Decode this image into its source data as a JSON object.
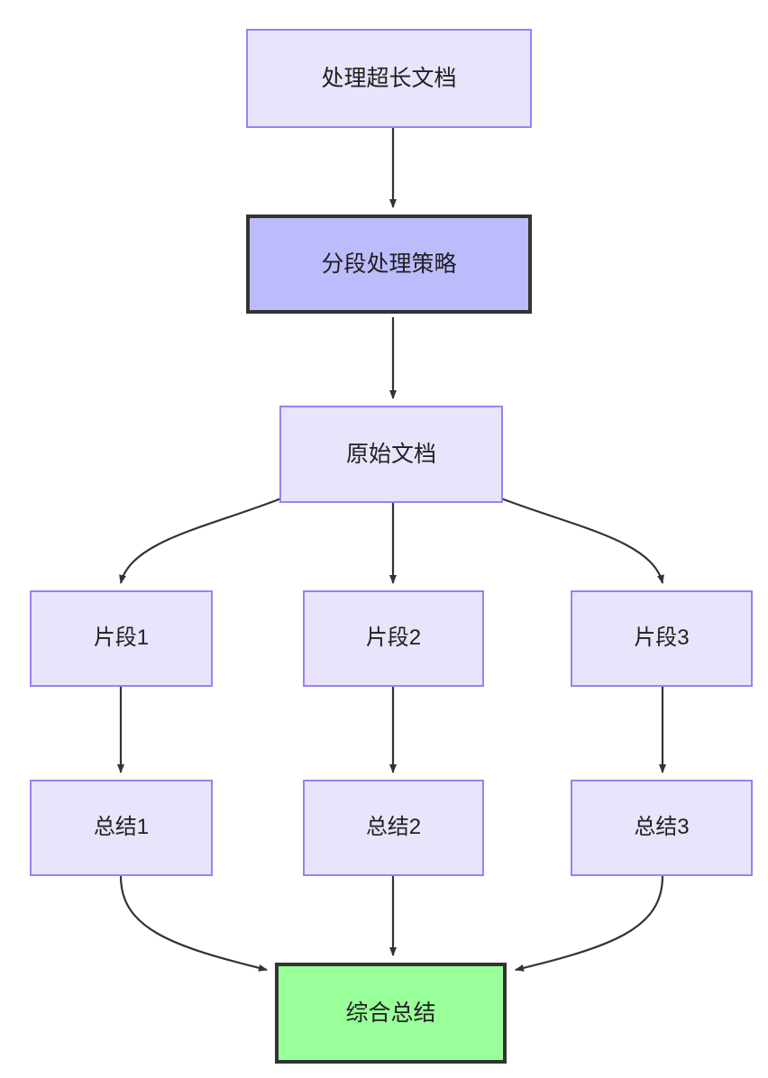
{
  "diagram": {
    "type": "flowchart",
    "direction": "top-to-bottom",
    "background_color": "#ffffff",
    "nodes": {
      "root": {
        "label": "处理超长文档",
        "style": "normal",
        "fill": "#e7e4fb",
        "stroke": "#a07ff0"
      },
      "strategy": {
        "label": "分段处理策略",
        "style": "highlight",
        "fill": "#bcbcfc",
        "stroke": "#333333"
      },
      "source": {
        "label": "原始文档",
        "style": "normal",
        "fill": "#e7e4fb",
        "stroke": "#a07ff0"
      },
      "chunk1": {
        "label": "片段1",
        "style": "normal",
        "fill": "#e7e4fb",
        "stroke": "#a07ff0"
      },
      "chunk2": {
        "label": "片段2",
        "style": "normal",
        "fill": "#e7e4fb",
        "stroke": "#a07ff0"
      },
      "chunk3": {
        "label": "片段3",
        "style": "normal",
        "fill": "#e7e4fb",
        "stroke": "#a07ff0"
      },
      "summary1": {
        "label": "总结1",
        "style": "normal",
        "fill": "#e7e4fb",
        "stroke": "#a07ff0"
      },
      "summary2": {
        "label": "总结2",
        "style": "normal",
        "fill": "#e7e4fb",
        "stroke": "#a07ff0"
      },
      "summary3": {
        "label": "总结3",
        "style": "normal",
        "fill": "#e7e4fb",
        "stroke": "#a07ff0"
      },
      "final": {
        "label": "综合总结",
        "style": "result",
        "fill": "#99ff99",
        "stroke": "#333333"
      }
    },
    "edges": [
      {
        "from": "root",
        "to": "strategy",
        "shape": "straight",
        "label": ""
      },
      {
        "from": "strategy",
        "to": "source",
        "shape": "straight",
        "label": ""
      },
      {
        "from": "source",
        "to": "chunk1",
        "shape": "curved",
        "label": ""
      },
      {
        "from": "source",
        "to": "chunk2",
        "shape": "straight",
        "label": ""
      },
      {
        "from": "source",
        "to": "chunk3",
        "shape": "curved",
        "label": ""
      },
      {
        "from": "chunk1",
        "to": "summary1",
        "shape": "straight",
        "label": ""
      },
      {
        "from": "chunk2",
        "to": "summary2",
        "shape": "straight",
        "label": ""
      },
      {
        "from": "chunk3",
        "to": "summary3",
        "shape": "straight",
        "label": ""
      },
      {
        "from": "summary1",
        "to": "final",
        "shape": "curved",
        "label": ""
      },
      {
        "from": "summary2",
        "to": "final",
        "shape": "straight",
        "label": ""
      },
      {
        "from": "summary3",
        "to": "final",
        "shape": "curved",
        "label": ""
      }
    ],
    "edge_color": "#333333"
  }
}
